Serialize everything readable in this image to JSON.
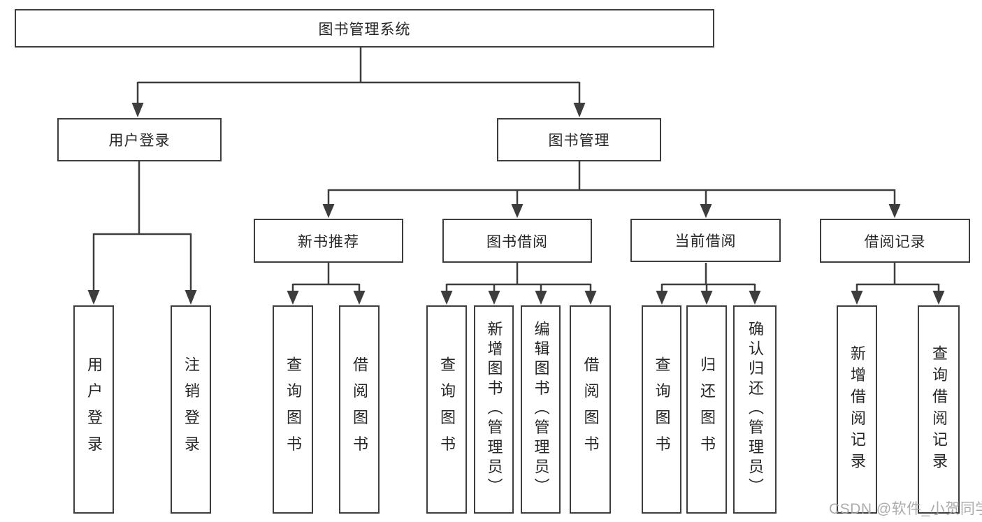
{
  "diagram": {
    "title": "图书管理系统",
    "type": "functional-structure-tree",
    "watermark": "CSDN @软件_小贺同学",
    "colors": {
      "line": "#3d3d3d",
      "box_border": "#3d3d3d",
      "box_fill": "#ffffff",
      "text": "#262626",
      "background": "#ffffff",
      "watermark": "#a5a5a5"
    }
  },
  "tree": {
    "label": "图书管理系统",
    "children": [
      {
        "label": "用户登录",
        "children": [
          {
            "label": "用户登录"
          },
          {
            "label": "注销登录"
          }
        ]
      },
      {
        "label": "图书管理",
        "children": [
          {
            "label": "新书推荐",
            "children": [
              {
                "label": "查询图书"
              },
              {
                "label": "借阅图书"
              }
            ]
          },
          {
            "label": "图书借阅",
            "children": [
              {
                "label": "查询图书"
              },
              {
                "label": "新增图书（管理员）"
              },
              {
                "label": "编辑图书（管理员）"
              },
              {
                "label": "借阅图书"
              }
            ]
          },
          {
            "label": "当前借阅",
            "children": [
              {
                "label": "查询图书"
              },
              {
                "label": "归还图书"
              },
              {
                "label": "确认归还（管理员）"
              }
            ]
          },
          {
            "label": "借阅记录",
            "children": [
              {
                "label": "新增借阅记录"
              },
              {
                "label": "查询借阅记录"
              }
            ]
          }
        ]
      }
    ]
  }
}
